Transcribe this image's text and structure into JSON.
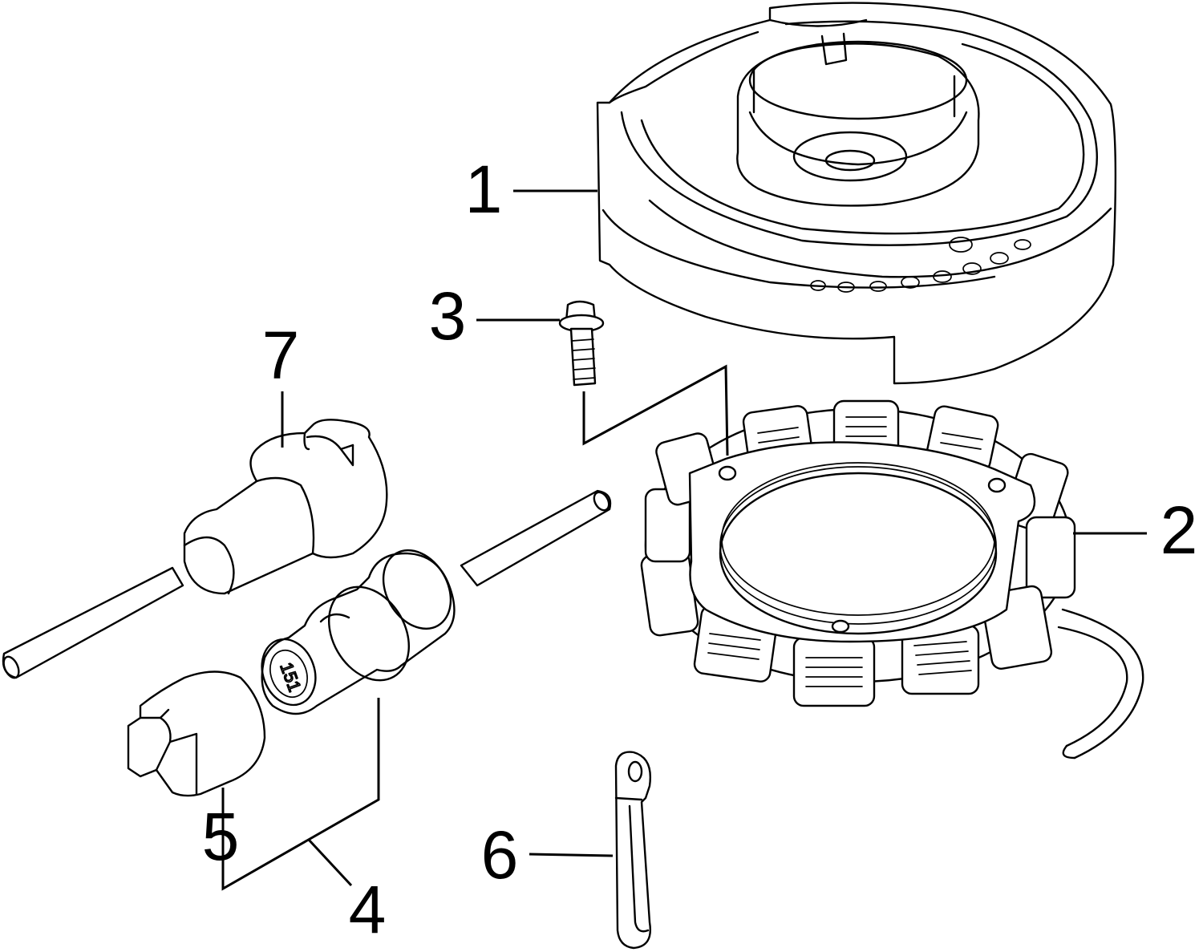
{
  "callouts": {
    "c1": "1",
    "c2": "2",
    "c3": "3",
    "c4": "4",
    "c5": "5",
    "c6": "6",
    "c7": "7"
  },
  "parts_markings": {
    "sensor_cap_text": "151"
  }
}
